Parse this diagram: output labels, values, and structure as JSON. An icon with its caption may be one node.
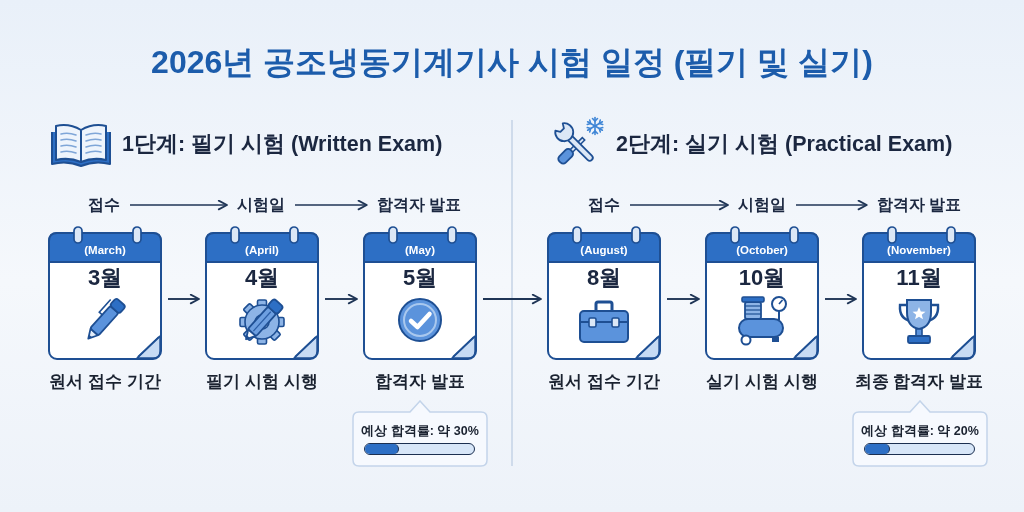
{
  "diagram": {
    "title": "2026년 공조냉동기계기사 시험 일정 (필기 및 실기)",
    "nodes": [
      {
        "text": [
          "접수"
        ]
      },
      {
        "text": [
          "시험일"
        ]
      },
      {
        "text": [
          "합격자 발표"
        ]
      },
      {
        "text": [
          "(March)",
          "3월"
        ],
        "beside": [
          "원서 접수 기간"
        ]
      },
      {
        "text": [
          "(April)",
          "4월"
        ],
        "beside": [
          "필기 시험 시행"
        ]
      },
      {
        "text": [
          "(May)",
          "5월"
        ],
        "beside": [
          "합격자 발표"
        ]
      },
      {
        "text": [
          "예상 합격률: 약 30%"
        ]
      },
      {
        "text": [
          "접수"
        ]
      },
      {
        "text": [
          "시험일"
        ]
      },
      {
        "text": [
          "합격자 발표"
        ]
      },
      {
        "text": [
          "(August)",
          "8월"
        ],
        "beside": [
          "원서 접수 기간"
        ]
      },
      {
        "text": [
          "(October)",
          "10월"
        ],
        "beside": [
          "실기 시험 시행"
        ]
      },
      {
        "text": [
          "(November)",
          "11월"
        ],
        "beside": [
          "최종 합격자 발표"
        ]
      },
      {
        "text": [
          "예상 합격률: 약 20%"
        ]
      }
    ],
    "edges": [
      {
        "from": 0,
        "to": 1,
        "arrow": "to"
      },
      {
        "from": 1,
        "to": 2,
        "arrow": "to"
      },
      {
        "from": 3,
        "to": 4,
        "arrow": "to"
      },
      {
        "from": 4,
        "to": 5,
        "arrow": "to"
      },
      {
        "from": 5,
        "to": 10,
        "arrow": "to"
      },
      {
        "from": 7,
        "to": 8,
        "arrow": "to"
      },
      {
        "from": 8,
        "to": 9,
        "arrow": "to"
      },
      {
        "from": 10,
        "to": 11,
        "arrow": "to"
      },
      {
        "from": 11,
        "to": 12,
        "arrow": "to"
      }
    ],
    "labels": [
      "1단계: 필기 시험 (Written Exam)",
      "2단계: 실기 시험 (Practical Exam)"
    ]
  }
}
